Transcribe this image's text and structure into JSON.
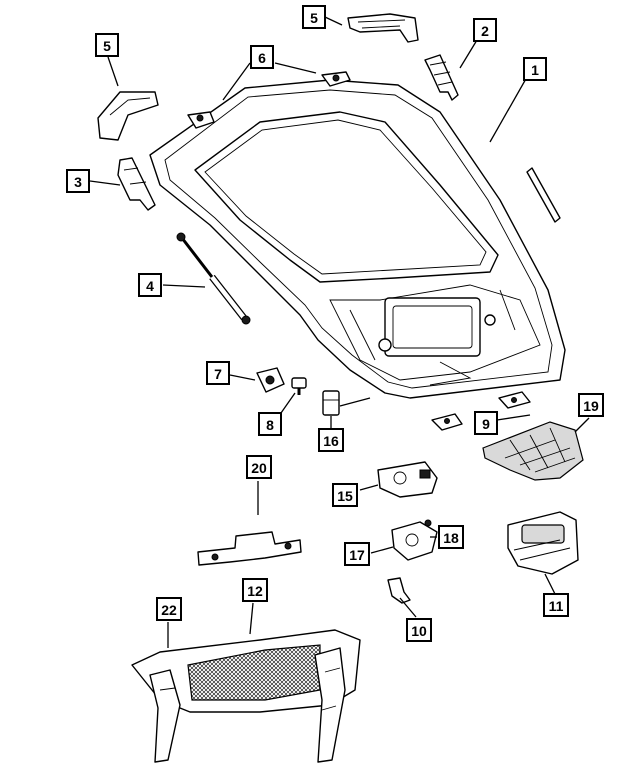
{
  "callouts": [
    {
      "id": "c1",
      "label": "1"
    },
    {
      "id": "c2",
      "label": "2"
    },
    {
      "id": "c3",
      "label": "3"
    },
    {
      "id": "c4",
      "label": "4"
    },
    {
      "id": "c5a",
      "label": "5"
    },
    {
      "id": "c5b",
      "label": "5"
    },
    {
      "id": "c6",
      "label": "6"
    },
    {
      "id": "c7",
      "label": "7"
    },
    {
      "id": "c8",
      "label": "8"
    },
    {
      "id": "c9",
      "label": "9"
    },
    {
      "id": "c10",
      "label": "10"
    },
    {
      "id": "c11",
      "label": "11"
    },
    {
      "id": "c12",
      "label": "12"
    },
    {
      "id": "c15",
      "label": "15"
    },
    {
      "id": "c16",
      "label": "16"
    },
    {
      "id": "c17",
      "label": "17"
    },
    {
      "id": "c18",
      "label": "18"
    },
    {
      "id": "c19",
      "label": "19"
    },
    {
      "id": "c20",
      "label": "20"
    },
    {
      "id": "c22",
      "label": "22"
    }
  ]
}
